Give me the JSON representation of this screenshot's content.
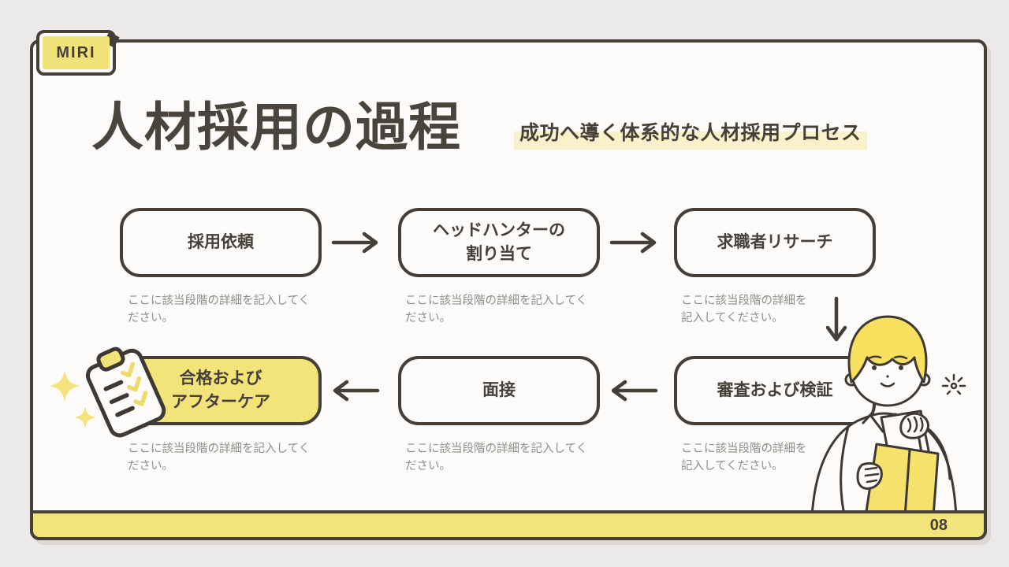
{
  "slide": {
    "badge": "MIRI",
    "title": "人材採用の過程",
    "subtitle": "成功へ導く体系的な人材採用プロセス",
    "page_number": "08"
  },
  "steps": [
    {
      "order": 1,
      "label1": "採用依頼",
      "label2": "",
      "desc1": "ここに該当段階の詳細を記入してく",
      "desc2": "ださい。",
      "highlighted": false
    },
    {
      "order": 2,
      "label1": "ヘッドハンターの",
      "label2": "割り当て",
      "desc1": "ここに該当段階の詳細を記入してく",
      "desc2": "ださい。",
      "highlighted": false
    },
    {
      "order": 3,
      "label1": "求職者リサーチ",
      "label2": "",
      "desc1": "ここに該当段階の詳細を",
      "desc2": "記入してください。",
      "highlighted": false
    },
    {
      "order": 4,
      "label1": "審査および検証",
      "label2": "",
      "desc1": "ここに該当段階の詳細を",
      "desc2": "記入してください。",
      "highlighted": false
    },
    {
      "order": 5,
      "label1": "面接",
      "label2": "",
      "desc1": "ここに該当段階の詳細を記入してく",
      "desc2": "ださい。",
      "highlighted": false
    },
    {
      "order": 6,
      "label1": "合格および",
      "label2": "アフターケア",
      "desc1": "ここに該当段階の詳細を記入してく",
      "desc2": "ださい。",
      "highlighted": true
    }
  ],
  "flow": {
    "row1_direction": "left-to-right",
    "row2_direction": "right-to-left",
    "connectors": [
      "arrow-right",
      "arrow-right",
      "arrow-down",
      "arrow-left",
      "arrow-left"
    ]
  },
  "icons": [
    "arrow-right-icon",
    "arrow-down-icon",
    "arrow-left-icon",
    "clipboard-check-icon",
    "sparkle-icon",
    "flash-icon",
    "person-holding-folder-illustration"
  ],
  "colors": {
    "page_bg": "#ECEAE8",
    "card_bg": "#FCFBF9",
    "ink": "#453F38",
    "accent_yellow": "#F2E27A",
    "box_highlight_yellow": "#F3E37B",
    "subtitle_highlight": "#F9F1C9",
    "muted_text": "#8F8D8A",
    "hair_yellow": "#F7E05E"
  }
}
